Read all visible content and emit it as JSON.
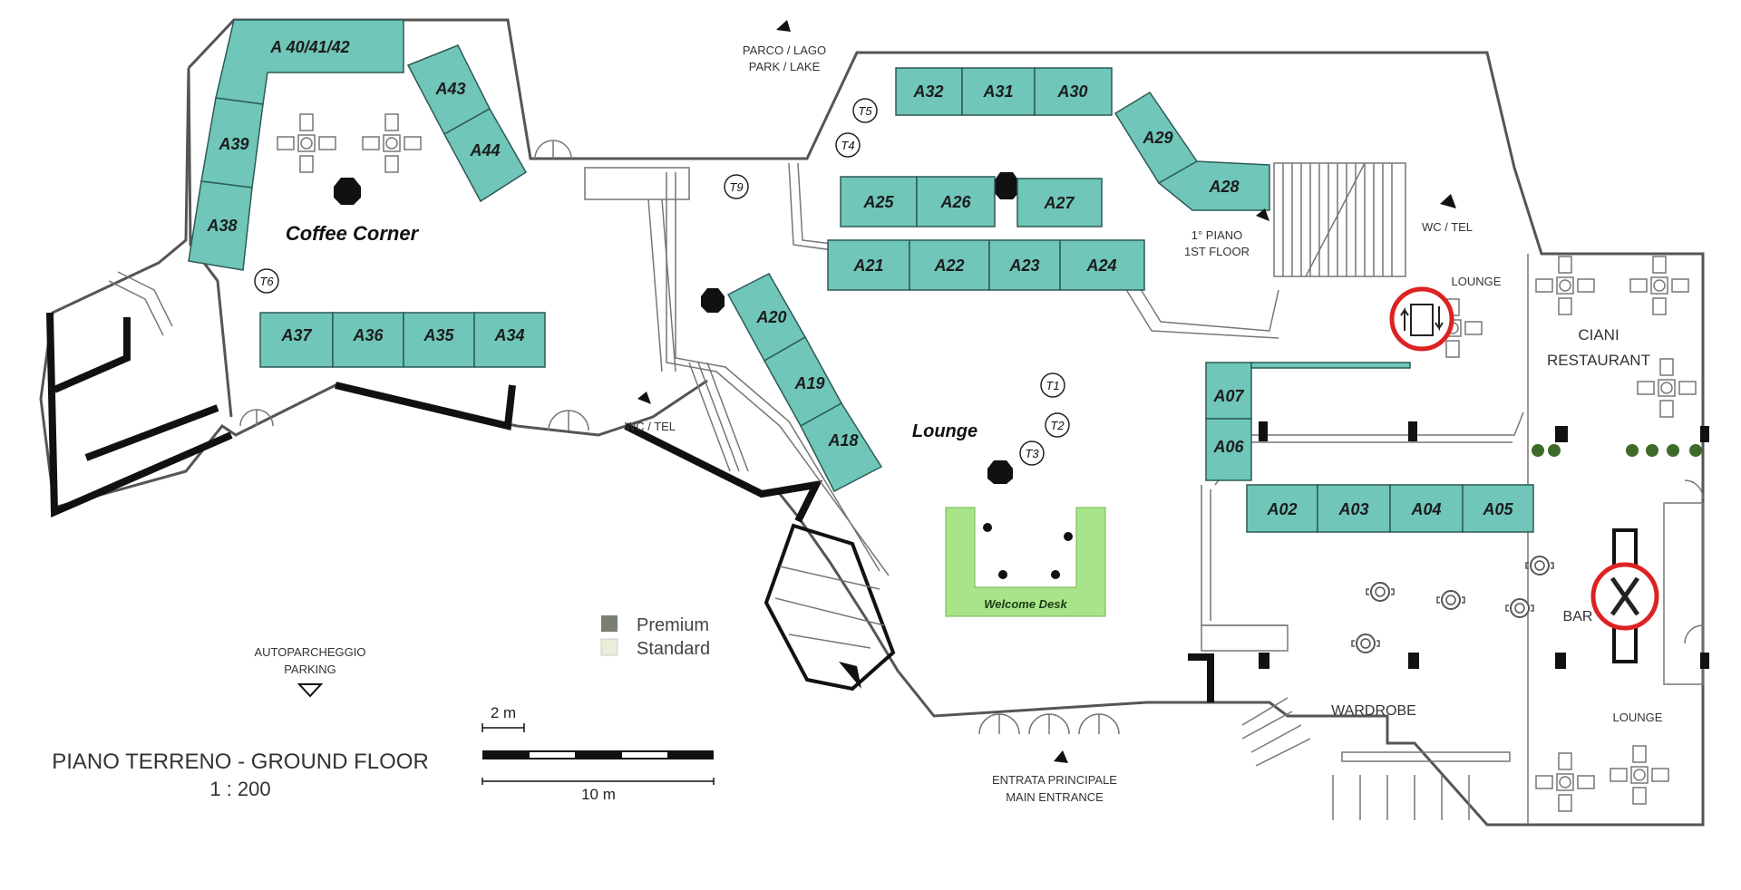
{
  "title": {
    "line1": "PIANO TERRENO - GROUND FLOOR",
    "line2": "1 : 200"
  },
  "legend": [
    {
      "label": "Premium",
      "color": "#7a7f74"
    },
    {
      "label": "Standard",
      "color": "#e8eed8"
    }
  ],
  "scale": {
    "small": "2 m",
    "large": "10 m"
  },
  "booth_color": "#6fc6b9",
  "welcome_desk_color": "#a8e58a",
  "booths": [
    "A 40/41/42",
    "A43",
    "A44",
    "A39",
    "A38",
    "A37",
    "A36",
    "A35",
    "A34",
    "A32",
    "A31",
    "A30",
    "A29",
    "A28",
    "A25",
    "A26",
    "A27",
    "A21",
    "A22",
    "A23",
    "A24",
    "A20",
    "A19",
    "A18",
    "A07",
    "A06",
    "A02",
    "A03",
    "A04",
    "A05"
  ],
  "tables": [
    "T1",
    "T2",
    "T3",
    "T4",
    "T5",
    "T6",
    "T9"
  ],
  "labels": {
    "coffee_corner": "Coffee Corner",
    "lounge_main": "Lounge",
    "welcome_desk": "Welcome Desk",
    "parco1": "PARCO / LAGO",
    "parco2": "PARK / LAKE",
    "piano1": "1° PIANO",
    "piano2": "1ST FLOOR",
    "wc_tel_1": "WC / TEL",
    "wc_tel_2": "WC / TEL",
    "lounge_right1": "LOUNGE",
    "lounge_right2": "LOUNGE",
    "ciani1": "CIANI",
    "ciani2": "RESTAURANT",
    "bar": "BAR",
    "wardrobe": "WARDROBE",
    "entrata1": "ENTRATA PRINCIPALE",
    "entrata2": "MAIN ENTRANCE",
    "autopark1": "AUTOPARCHEGGIO",
    "autopark2": "PARKING"
  },
  "icons": [
    "elevator-icon",
    "restaurant-icon",
    "north-arrow-icon",
    "coffee-table-icon"
  ]
}
